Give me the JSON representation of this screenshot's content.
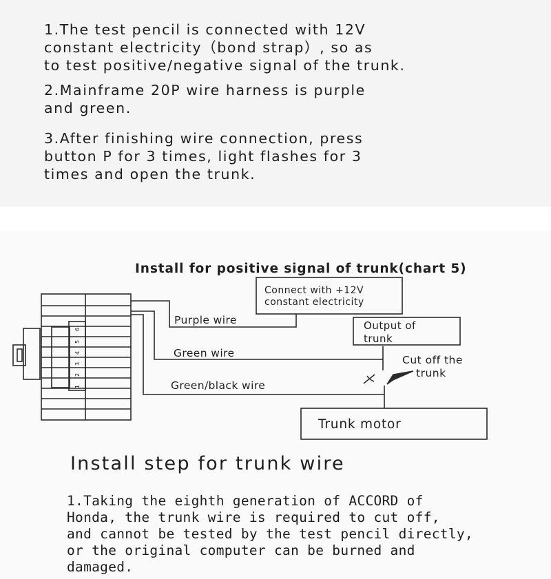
{
  "instructions": [
    "1.The test pencil is connected with 12V\nconstant electricity（bond strap）, so as\nto test positive/negative signal of the trunk.",
    "2.Mainframe 20P wire harness is purple\nand green.",
    "3.After finishing wire connection, press\nbutton P for 3 times, light flashes for 3\ntimes and open the trunk."
  ],
  "diagram": {
    "title": "Install for positive signal of trunk(chart 5)",
    "connect_box": [
      "Connect with +12V",
      "constant electricity"
    ],
    "output_box": [
      "Output of",
      "trunk"
    ],
    "cut_label": [
      "Cut off the",
      "trunk"
    ],
    "motor_label": "Trunk motor",
    "wires": {
      "purple": "Purple wire",
      "green": "Green wire",
      "green_black": "Green/black wire"
    },
    "pin_numbers": [
      "1",
      "2",
      "3",
      "4",
      "5",
      "6"
    ],
    "line_color": "#2a2a2a"
  },
  "section": {
    "heading": "Install step for trunk wire",
    "step1": "1.Taking the eighth generation of ACCORD of\nHonda, the trunk wire is required to cut off,\nand cannot be tested by the test pencil directly,\nor the original computer can be burned and\ndamaged."
  }
}
